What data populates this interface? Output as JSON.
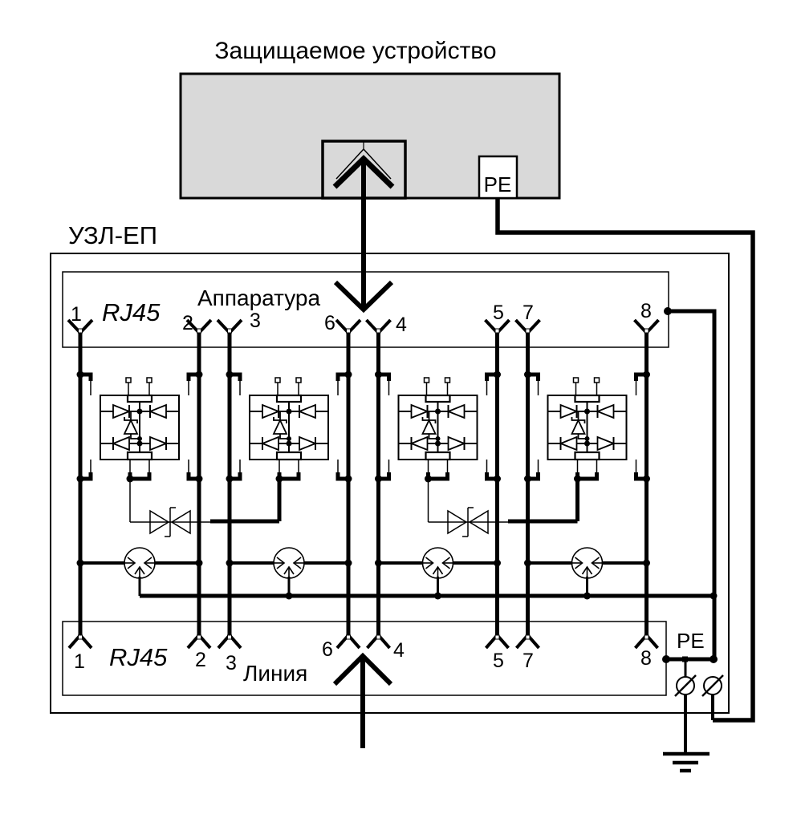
{
  "title": "Защищаемое устройство",
  "protected_device": {
    "pe_label": "PE"
  },
  "device": {
    "name": "УЗЛ-ЕП",
    "pe_label": "PE"
  },
  "top_port": {
    "type": "RJ45",
    "label": "Аппаратура",
    "pins": [
      "1",
      "2",
      "3",
      "6",
      "4",
      "5",
      "7",
      "8"
    ]
  },
  "bottom_port": {
    "type": "RJ45",
    "label": "Линия",
    "pins": [
      "1",
      "2",
      "3",
      "6",
      "4",
      "5",
      "7",
      "8"
    ]
  },
  "colors": {
    "line": "#000000",
    "device_fill": "#d9d9d9",
    "background": "#ffffff"
  }
}
